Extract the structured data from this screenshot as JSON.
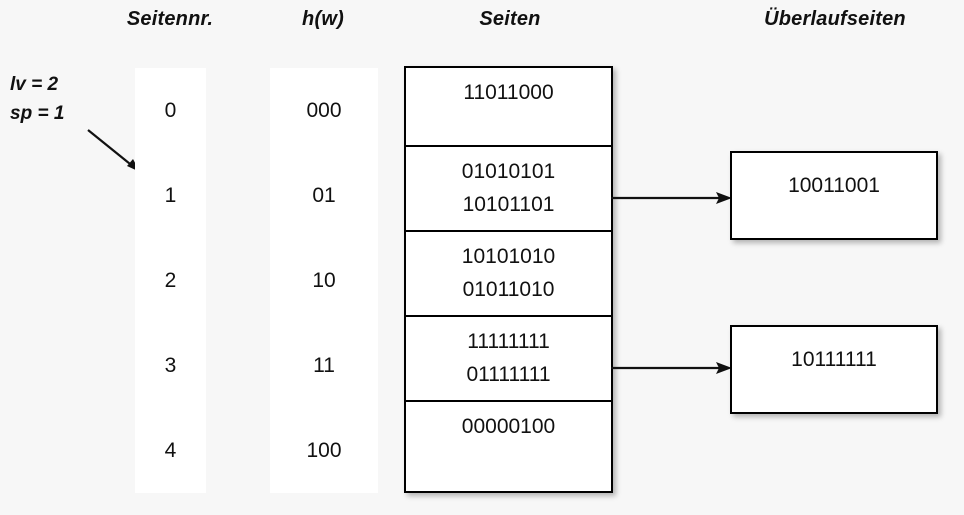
{
  "diagram": {
    "headers": {
      "seitennr": "Seitennr.",
      "hw": "h(w)",
      "seiten": "Seiten",
      "ueberlaufseiten": "Überlaufseiten"
    },
    "annotation": {
      "lv": "lv = 2",
      "sp": "sp = 1",
      "arrow_icon": "diagonal-arrow-icon"
    },
    "rows": [
      {
        "seitennr": "0",
        "hw": "000",
        "records": [
          "11011000"
        ]
      },
      {
        "seitennr": "1",
        "hw": "01",
        "records": [
          "01010101",
          "10101101"
        ]
      },
      {
        "seitennr": "2",
        "hw": "10",
        "records": [
          "10101010",
          "01011010"
        ]
      },
      {
        "seitennr": "3",
        "hw": "11",
        "records": [
          "11111111",
          "01111111"
        ]
      },
      {
        "seitennr": "4",
        "hw": "100",
        "records": [
          "00000100"
        ]
      }
    ],
    "overflow_pages": [
      {
        "from_row": 1,
        "records": [
          "10011001"
        ]
      },
      {
        "from_row": 3,
        "records": [
          "10111111"
        ]
      }
    ],
    "colors": {
      "background": "#f7f7f7",
      "band": "#ffffff",
      "stroke": "#000000",
      "text": "#111111"
    }
  }
}
